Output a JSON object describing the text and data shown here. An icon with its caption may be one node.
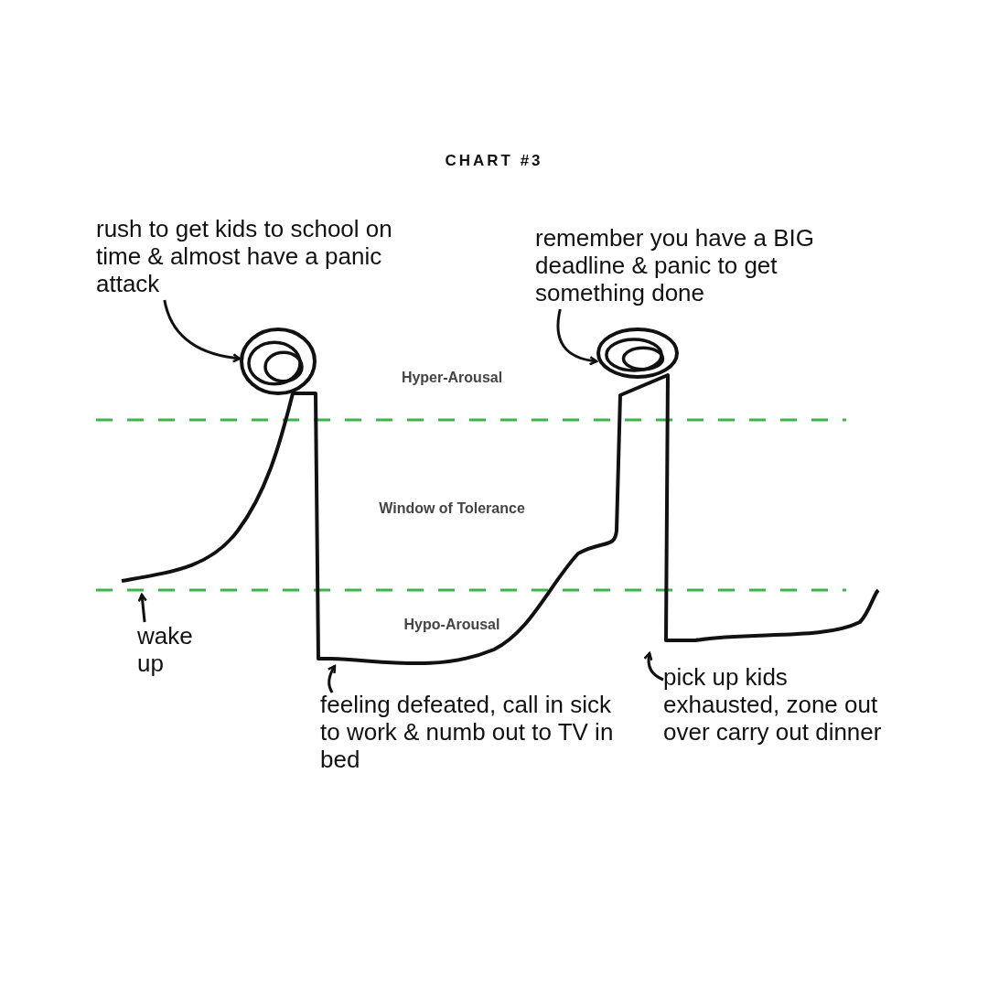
{
  "diagram": {
    "title": "CHART #3",
    "nodes": [
      {
        "text": [
          "rush to get kids to school on time & almost have a panic attack"
        ]
      },
      {
        "text": [],
        "shape": "circle"
      },
      {
        "text": [
          "remember you have a BIG deadline & panic to get something done"
        ]
      },
      {
        "text": [],
        "shape": "circle"
      },
      {
        "text": [
          "wake up"
        ]
      },
      {
        "text": [
          "feeling defeated, call in sick to work & numb out to TV in bed"
        ]
      },
      {
        "text": [
          "pick up kids exhausted, zone out over carry out dinner"
        ]
      }
    ],
    "edges": [
      {
        "from": 0,
        "to": 1,
        "arrow": "to"
      },
      {
        "from": 2,
        "to": 3,
        "arrow": "to"
      },
      {
        "from": 4,
        "to": null,
        "arrow": "to"
      },
      {
        "from": 5,
        "to": null,
        "arrow": "to"
      },
      {
        "from": 6,
        "to": null,
        "arrow": "to"
      }
    ],
    "labels": [
      "Hyper-Arousal",
      "Window of Tolerance",
      "Hypo-Arousal"
    ]
  }
}
